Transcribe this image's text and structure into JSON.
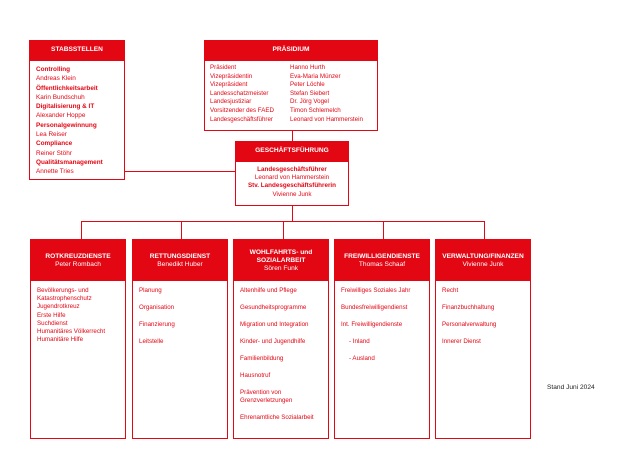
{
  "stabsstellen": {
    "title": "STABSSTELLEN",
    "items": [
      {
        "text": "Controlling",
        "bold": true
      },
      {
        "text": "Andreas Klein",
        "bold": false
      },
      {
        "text": "Öffentlichkeitsarbeit",
        "bold": true
      },
      {
        "text": "Karin Bundschuh",
        "bold": false
      },
      {
        "text": "Digitalisierung & IT",
        "bold": true
      },
      {
        "text": "Alexander Hoppe",
        "bold": false
      },
      {
        "text": "Personalgewinnung",
        "bold": true
      },
      {
        "text": "Lea Reiser",
        "bold": false
      },
      {
        "text": "Compliance",
        "bold": true
      },
      {
        "text": "Reiner Stöhr",
        "bold": false
      },
      {
        "text": "Qualitätsmanagement",
        "bold": true
      },
      {
        "text": "Annette Tries",
        "bold": false
      }
    ]
  },
  "praesidium": {
    "title": "PRÄSIDIUM",
    "roles": [
      "Präsident",
      "Vizepräsidentin",
      "Vizepräsident",
      "Landesschatzmeister",
      "Landesjustiziar",
      "Vorsitzender des FAED",
      "Landesgeschäftsführer"
    ],
    "names": [
      "Hanno Hurth",
      "Eva-Maria Münzer",
      "Peter Löchle",
      "Stefan Siebert",
      "Dr. Jörg Vogel",
      "Timon Schlemelch",
      "Leonard von Hammerstein"
    ]
  },
  "geschaeftsfuehrung": {
    "title": "GESCHÄFTSFÜHRUNG",
    "line1": "Landesgeschäftsführer",
    "line2": "Leonard von Hammerstein",
    "line3": "Stv. Landesgeschäftsführerin",
    "line4": "Vivienne Junk"
  },
  "departments": [
    {
      "title": "ROTKREUZDIENSTE",
      "head": "Peter Rombach",
      "items": [
        "Bevölkerungs- und Katastrophenschutz",
        "Jugendrotkreuz",
        "Erste Hilfe",
        "Suchdienst",
        "Humanitäres Völkerrecht",
        "Humanitäre Hilfe"
      ]
    },
    {
      "title": "RETTUNGSDIENST",
      "head": "Benedikt Huber",
      "items": [
        "Planung",
        "Organisation",
        "Finanzierung",
        "Leitstelle"
      ]
    },
    {
      "title": "WOHLFAHRTS- und SOZIALARBEIT",
      "head": "Sören Funk",
      "items": [
        "Altenhilfe und Pflege",
        "Gesundheitsprogramme",
        "Migration und Integration",
        "Kinder- und Jugendhilfe",
        "Familienbildung",
        "Hausnotruf",
        "Prävention von Grenzverletzungen",
        "Ehrenamtliche Sozialarbeit"
      ]
    },
    {
      "title": "FREIWILLIGENDIENSTE",
      "head": "Thomas Schaaf",
      "items": [
        "Freiwilliges Soziales Jahr",
        "Bundesfreiwilligendienst",
        "Int. Freiwilligendienste",
        "- Inland",
        "- Ausland"
      ]
    },
    {
      "title": "VERWALTUNG/FINANZEN",
      "head": "Vivienne Junk",
      "items": [
        "Recht",
        "Finanzbuchhaltung",
        "Personalverwaltung",
        "Innerer Dienst"
      ]
    }
  ],
  "footer": "Stand Juni 2024"
}
